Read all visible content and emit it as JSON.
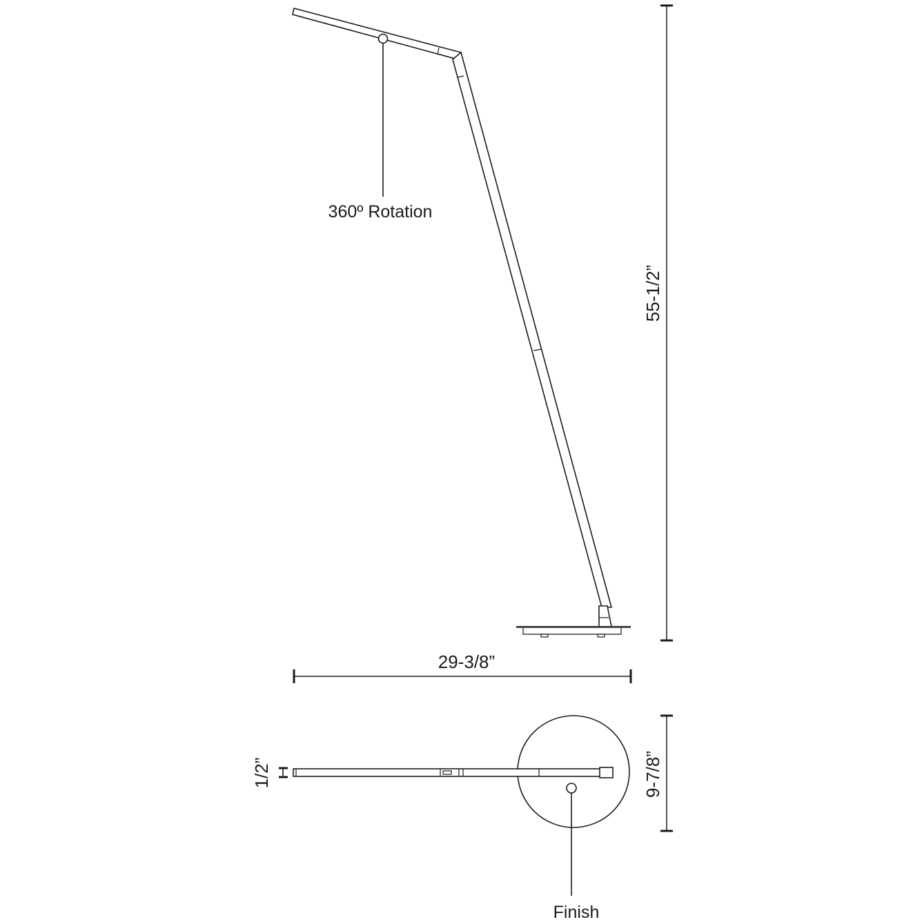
{
  "diagram": {
    "title": "Floor lamp dimension drawing",
    "views": [
      "side-view",
      "top-view"
    ],
    "line_color": "#1a1a1a",
    "dimension_line_color": "#555555",
    "background": "#ffffff"
  },
  "side_view": {
    "rotation_callout": "360º Rotation",
    "height_dimension": "55-1/2”",
    "width_dimension": "29-3/8”"
  },
  "top_view": {
    "head_thickness_dimension": "1/2”",
    "base_diameter_dimension": "9-7/8”",
    "finish_callout": "Finish"
  }
}
